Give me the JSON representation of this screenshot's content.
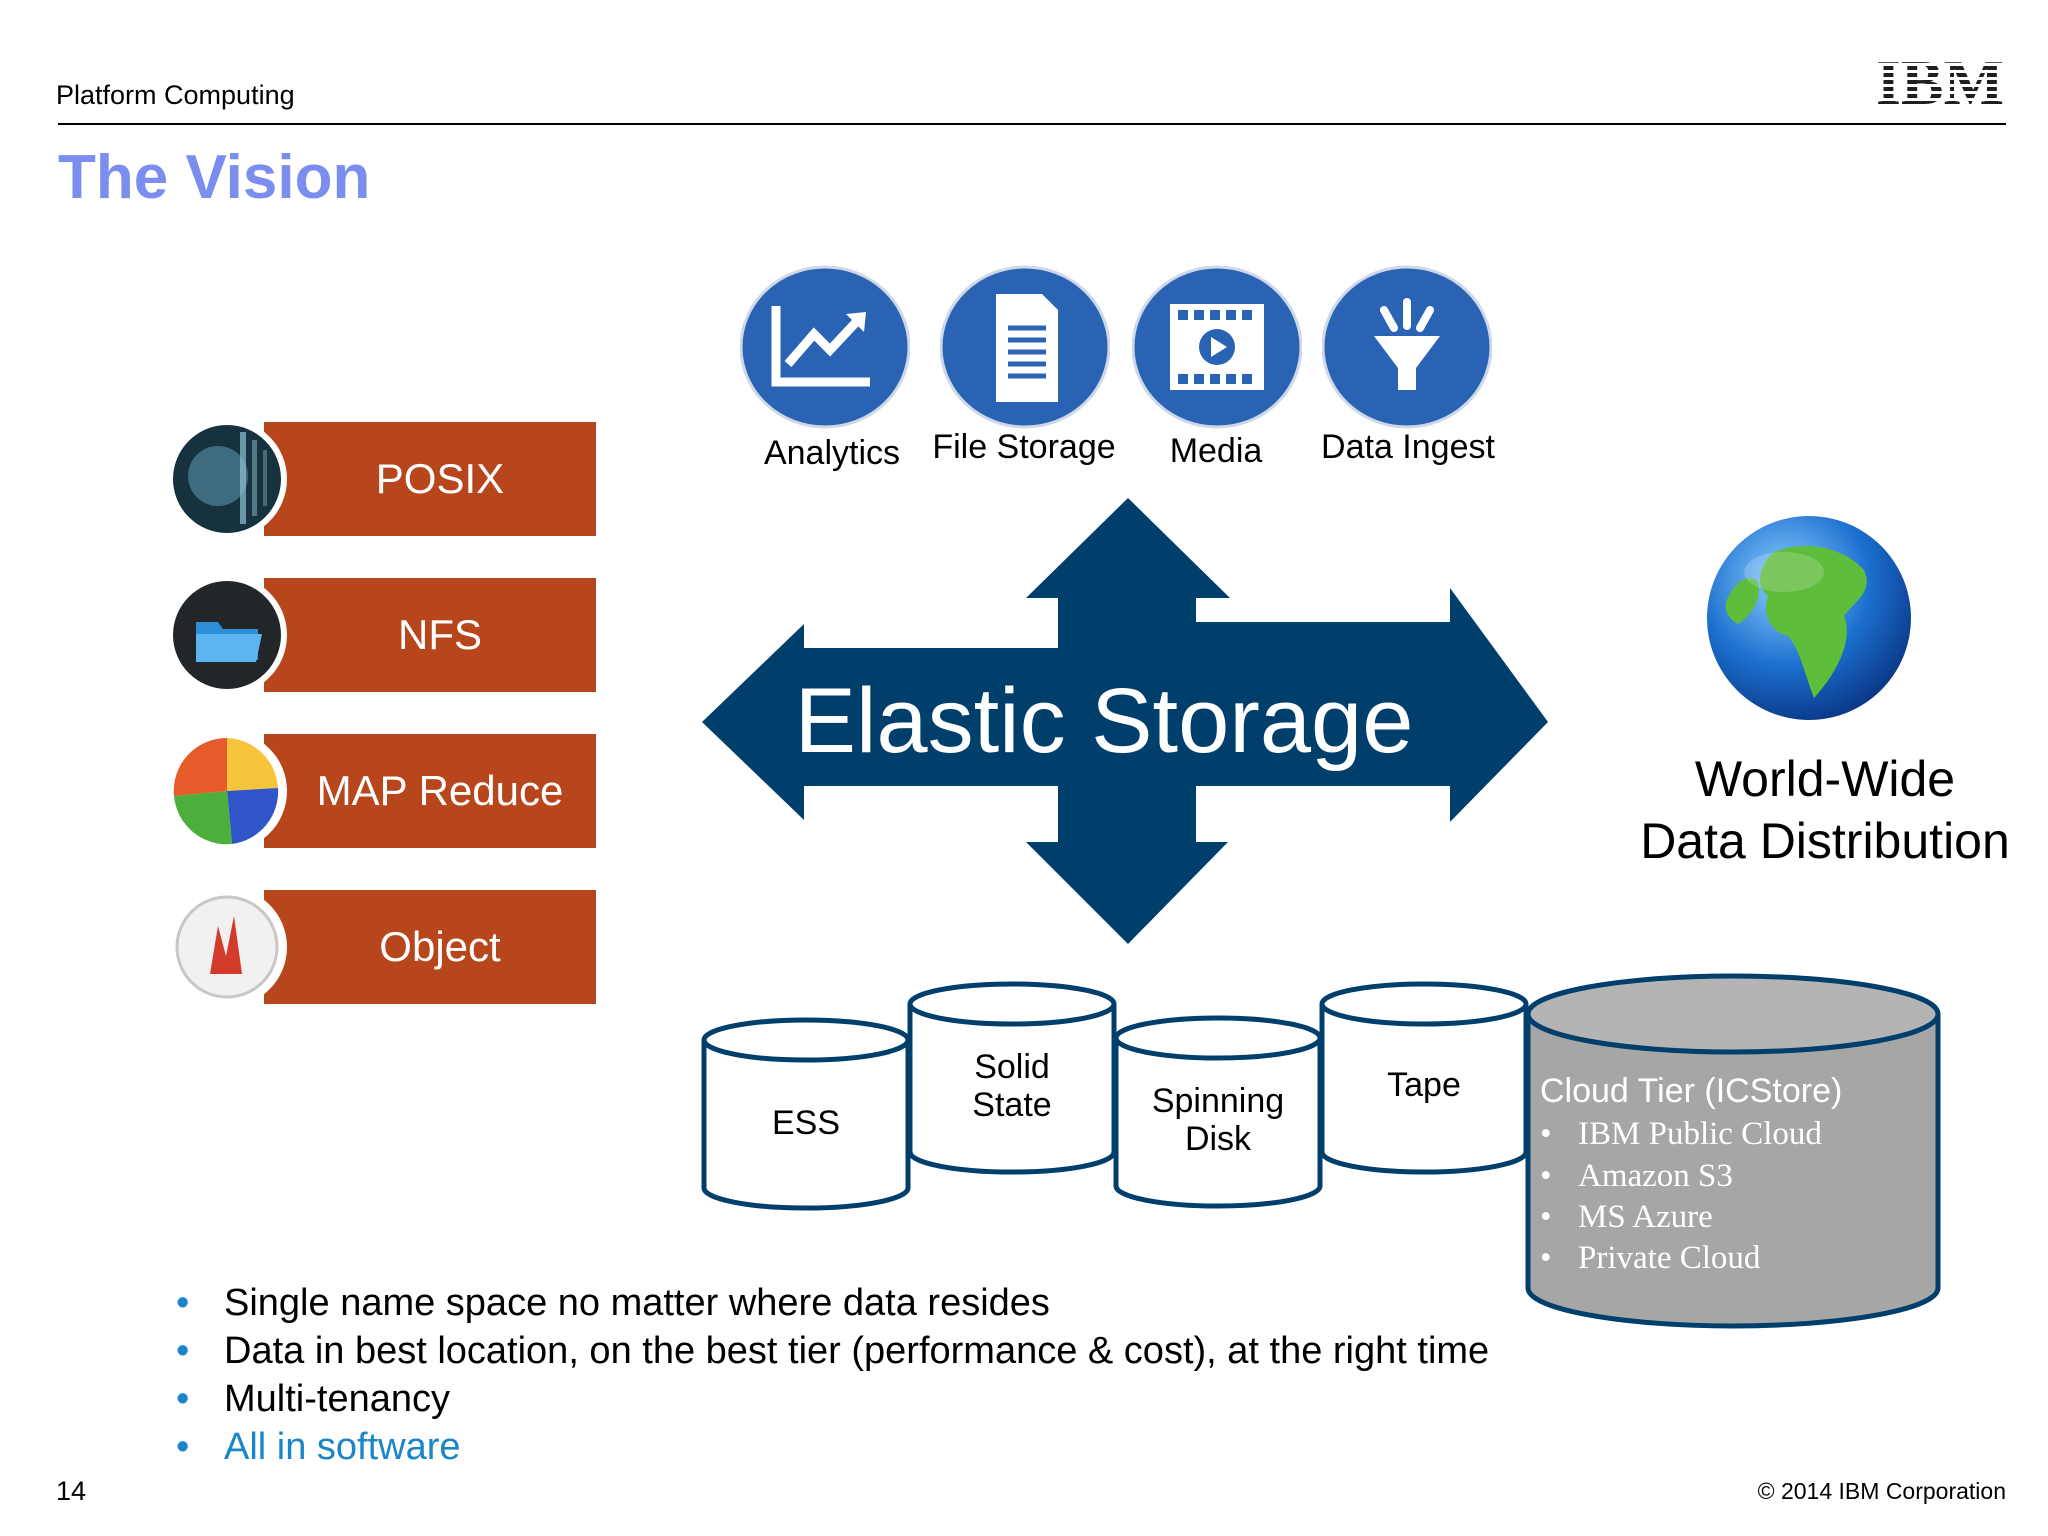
{
  "header": {
    "brand": "Platform Computing",
    "logo_text": "IBM"
  },
  "title": "The Vision",
  "protocols": [
    {
      "label": "POSIX",
      "icon": "binary-globe-icon"
    },
    {
      "label": "NFS",
      "icon": "folder-icon"
    },
    {
      "label": "MAP Reduce",
      "icon": "pie-chart-icon"
    },
    {
      "label": "Object",
      "icon": "object-app-icon"
    }
  ],
  "applications": [
    {
      "label": "Analytics",
      "icon": "line-chart-icon"
    },
    {
      "label": "File Storage",
      "icon": "document-icon"
    },
    {
      "label": "Media",
      "icon": "film-play-icon"
    },
    {
      "label": "Data Ingest",
      "icon": "funnel-icon"
    }
  ],
  "center_label": "Elastic Storage",
  "tiers": [
    {
      "lines": [
        "ESS"
      ]
    },
    {
      "lines": [
        "Solid",
        "State"
      ]
    },
    {
      "lines": [
        "Spinning",
        "Disk"
      ]
    },
    {
      "lines": [
        "Tape"
      ]
    }
  ],
  "cloud_tier": {
    "title": "Cloud Tier (ICStore)",
    "items": [
      "IBM Public Cloud",
      "Amazon S3",
      "MS Azure",
      "Private Cloud"
    ],
    "bullet": "•"
  },
  "distribution": {
    "line1": "World-Wide",
    "line2": "Data Distribution",
    "icon": "globe-icon"
  },
  "bullets": [
    {
      "text": "Single name space no matter where data resides",
      "highlight": false
    },
    {
      "text": "Data in best location, on the best tier (performance & cost), at the right time",
      "highlight": false
    },
    {
      "text": "Multi-tenancy",
      "highlight": false
    },
    {
      "text": "All in software",
      "highlight": true
    }
  ],
  "bullet_mark": "•",
  "footer": {
    "page": "14",
    "copyright": "© 2014 IBM Corporation"
  },
  "colors": {
    "title": "#7b8ef0",
    "protocol_box": "#b8461d",
    "arrow": "#003e6b",
    "app_icon": "#2a63b4",
    "cloud_tier": "#a6a6a6",
    "bullet": "#1a85c8",
    "highlight_text": "#1a85c8"
  }
}
